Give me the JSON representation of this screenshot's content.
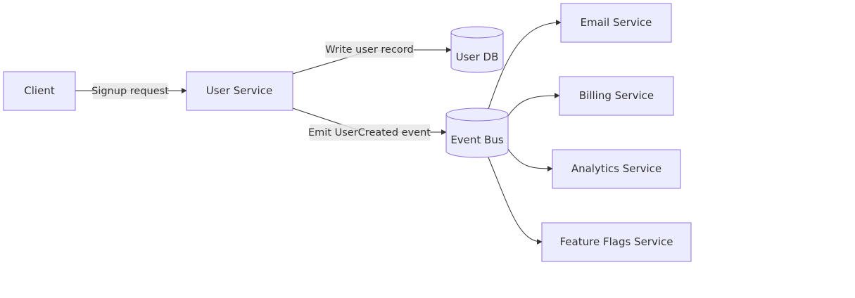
{
  "nodes": {
    "client": "Client",
    "user_service": "User Service",
    "user_db": "User DB",
    "event_bus": "Event Bus",
    "email_service": "Email Service",
    "billing_service": "Billing Service",
    "analytics_service": "Analytics Service",
    "feature_flags_service": "Feature Flags Service"
  },
  "edges": {
    "signup_request": "Signup request",
    "write_user_record": "Write user record",
    "emit_user_created": "Emit UserCreated event"
  },
  "colors": {
    "node_fill": "#ECECFF",
    "node_stroke": "#9370DB",
    "edge_stroke": "#333333",
    "label_bg": "#E8E8E8"
  }
}
